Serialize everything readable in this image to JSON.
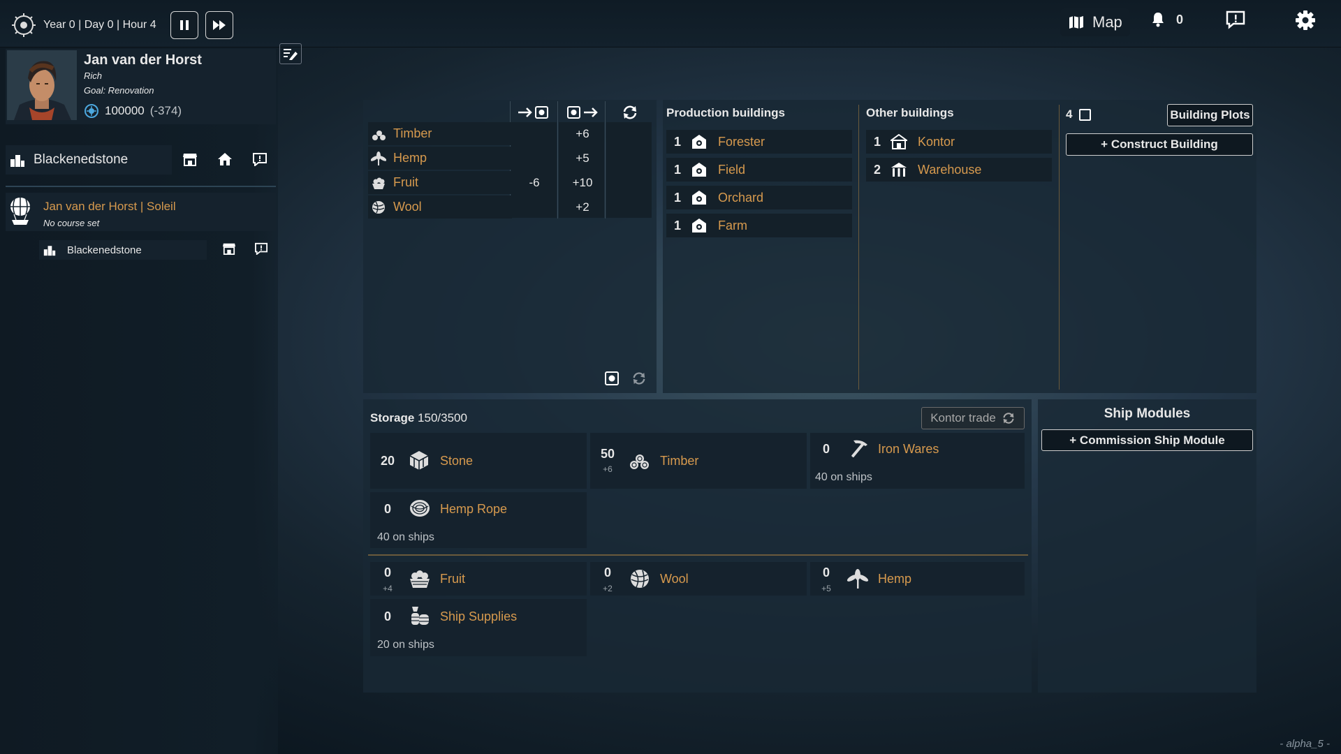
{
  "topbar": {
    "date": "Year 0 | Day 0 | Hour 4",
    "map_label": "Map",
    "notifications": "0"
  },
  "player": {
    "name": "Jan van der Horst",
    "status": "Rich",
    "goal": "Goal: Renovation",
    "money": "100000",
    "money_delta": "(-374)"
  },
  "city": {
    "name": "Blackenedstone"
  },
  "ship": {
    "name": "Jan van der Horst | Soleil",
    "course": "No course set",
    "city": "Blackenedstone"
  },
  "production": {
    "goods": [
      {
        "name": "Timber",
        "consumed": "",
        "produced": "+6"
      },
      {
        "name": "Hemp",
        "consumed": "",
        "produced": "+5"
      },
      {
        "name": "Fruit",
        "consumed": "-6",
        "produced": "+10"
      },
      {
        "name": "Wool",
        "consumed": "",
        "produced": "+2"
      }
    ]
  },
  "buildings": {
    "production_title": "Production buildings",
    "production": [
      {
        "count": "1",
        "name": "Forester"
      },
      {
        "count": "1",
        "name": "Field"
      },
      {
        "count": "1",
        "name": "Orchard"
      },
      {
        "count": "1",
        "name": "Farm"
      }
    ],
    "other_title": "Other buildings",
    "other": [
      {
        "count": "1",
        "name": "Kontor"
      },
      {
        "count": "2",
        "name": "Warehouse"
      }
    ],
    "plots_count": "4",
    "plots_label": "Building Plots",
    "construct_label": "+ Construct Building"
  },
  "storage": {
    "title": "Storage",
    "capacity": "150/3500",
    "kontor_trade": "Kontor trade",
    "items": [
      {
        "count": "20",
        "name": "Stone",
        "delta": "",
        "ships": ""
      },
      {
        "count": "50",
        "name": "Timber",
        "delta": "+6",
        "ships": ""
      },
      {
        "count": "0",
        "name": "Iron Wares",
        "delta": "",
        "ships": "40 on ships"
      },
      {
        "count": "0",
        "name": "Hemp Rope",
        "delta": "",
        "ships": "40 on ships"
      },
      {
        "count": "0",
        "name": "Fruit",
        "delta": "+4",
        "ships": ""
      },
      {
        "count": "0",
        "name": "Wool",
        "delta": "+2",
        "ships": ""
      },
      {
        "count": "0",
        "name": "Hemp",
        "delta": "+5",
        "ships": ""
      },
      {
        "count": "0",
        "name": "Ship Supplies",
        "delta": "",
        "ships": "20 on ships"
      }
    ]
  },
  "ship_modules": {
    "title": "Ship Modules",
    "commission_label": "+ Commission Ship Module"
  },
  "version": "- alpha_5 -",
  "colors": {
    "accent": "#d79a4e",
    "panel": "#192834",
    "row": "#142029"
  }
}
